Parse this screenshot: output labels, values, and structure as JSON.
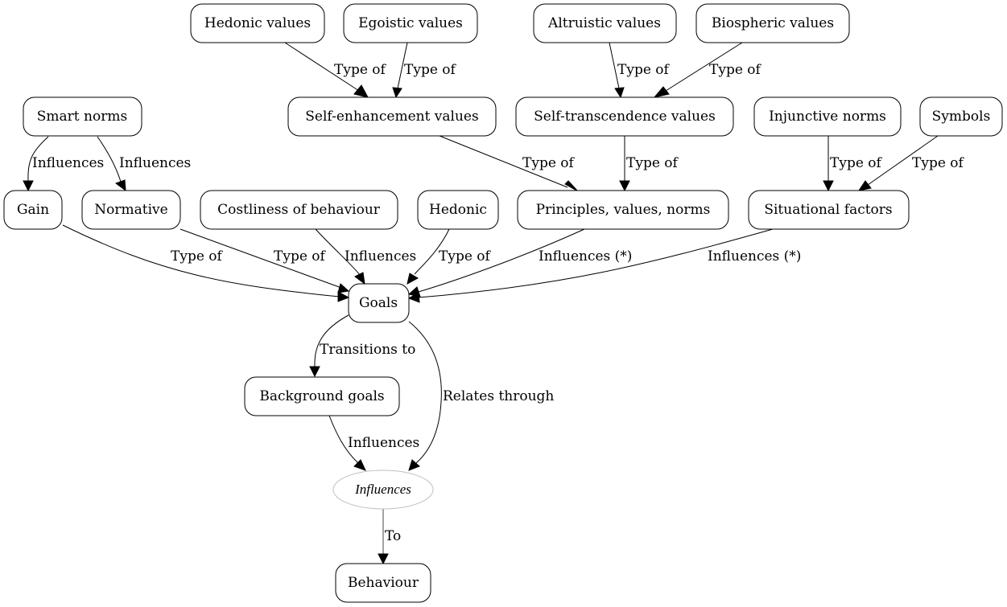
{
  "nodes": {
    "hedonic_values": "Hedonic values",
    "egoistic_values": "Egoistic values",
    "altruistic_values": "Altruistic values",
    "biospheric_values": "Biospheric values",
    "smart_norms": "Smart norms",
    "self_enhancement_values": "Self-enhancement values",
    "self_transcendence_values": "Self-transcendence values",
    "injunctive_norms": "Injunctive norms",
    "symbols": "Symbols",
    "gain": "Gain",
    "normative": "Normative",
    "costliness_of_behaviour": "Costliness of behaviour",
    "hedonic": "Hedonic",
    "principles_values_norms": "Principles, values, norms",
    "situational_factors": "Situational factors",
    "goals": "Goals",
    "background_goals": "Background goals",
    "influences": "Influences",
    "behaviour": "Behaviour"
  },
  "edges": [
    {
      "from": "Hedonic values",
      "to": "Self-enhancement values",
      "label": "Type of"
    },
    {
      "from": "Egoistic values",
      "to": "Self-enhancement values",
      "label": "Type of"
    },
    {
      "from": "Altruistic values",
      "to": "Self-transcendence values",
      "label": "Type of"
    },
    {
      "from": "Biospheric values",
      "to": "Self-transcendence values",
      "label": "Type of"
    },
    {
      "from": "Smart norms",
      "to": "Gain",
      "label": "Influences"
    },
    {
      "from": "Smart norms",
      "to": "Normative",
      "label": "Influences"
    },
    {
      "from": "Self-enhancement values",
      "to": "Principles, values, norms",
      "label": "Type of"
    },
    {
      "from": "Self-transcendence values",
      "to": "Principles, values, norms",
      "label": "Type of"
    },
    {
      "from": "Injunctive norms",
      "to": "Situational factors",
      "label": "Type of"
    },
    {
      "from": "Symbols",
      "to": "Situational factors",
      "label": "Type of"
    },
    {
      "from": "Gain",
      "to": "Goals",
      "label": "Type of"
    },
    {
      "from": "Normative",
      "to": "Goals",
      "label": "Type of"
    },
    {
      "from": "Costliness of behaviour",
      "to": "Goals",
      "label": "Influences"
    },
    {
      "from": "Hedonic",
      "to": "Goals",
      "label": "Type of"
    },
    {
      "from": "Principles, values, norms",
      "to": "Goals",
      "label": "Influences (*)"
    },
    {
      "from": "Situational factors",
      "to": "Goals",
      "label": "Influences (*)"
    },
    {
      "from": "Goals",
      "to": "Background goals",
      "label": "Transitions to"
    },
    {
      "from": "Goals",
      "to": "Influences",
      "label": "Relates through"
    },
    {
      "from": "Background goals",
      "to": "Influences",
      "label": "Influences"
    },
    {
      "from": "Influences",
      "to": "Behaviour",
      "label": "To"
    }
  ]
}
